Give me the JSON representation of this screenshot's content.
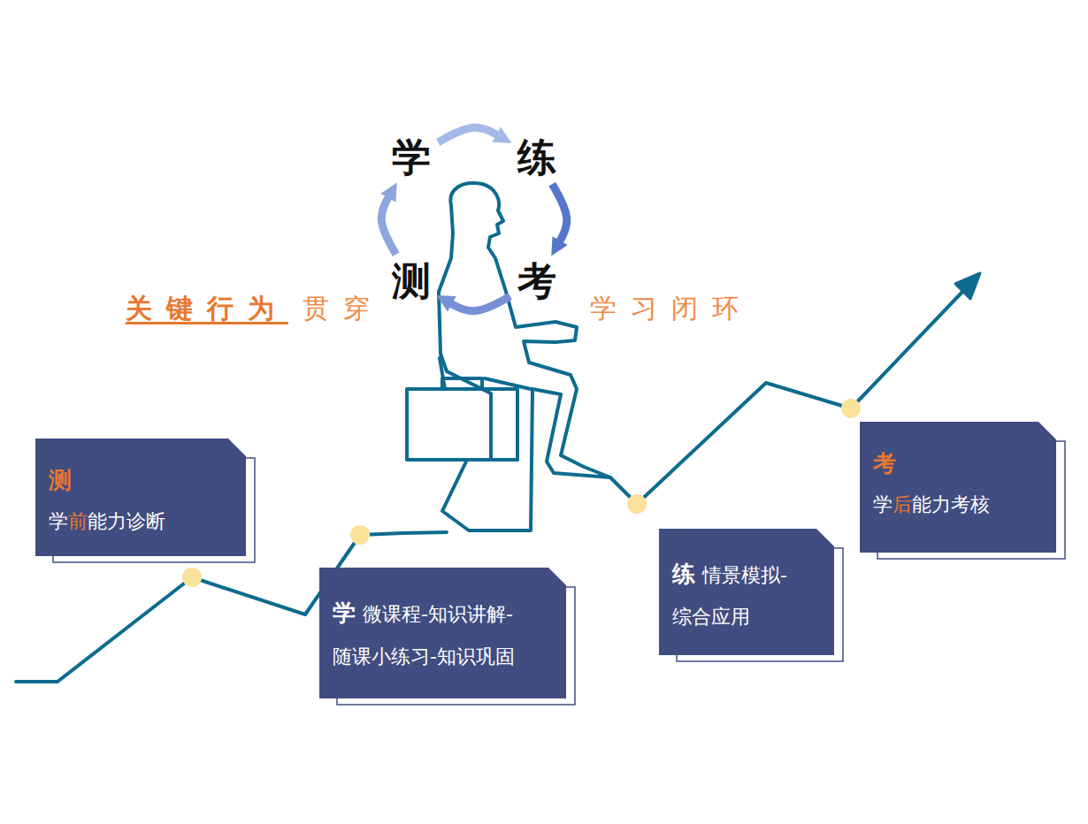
{
  "diagram": {
    "nodes": [
      {
        "text": [
          "学"
        ]
      },
      {
        "text": [
          "练"
        ]
      },
      {
        "text": [
          "测"
        ]
      },
      {
        "text": [
          "考"
        ]
      },
      {
        "text": [
          "测",
          "学前能力诊断"
        ]
      },
      {
        "text": [
          "学",
          "微课程-知识讲解- 随课小练习-知识巩固"
        ]
      },
      {
        "text": [
          "练",
          "情景模拟- 综合应用"
        ]
      },
      {
        "text": [
          "考",
          "学后能力考核"
        ]
      }
    ],
    "edges": [
      {
        "from": 0,
        "to": 1,
        "arrow": "to"
      },
      {
        "from": 1,
        "to": 3,
        "arrow": "to"
      },
      {
        "from": 3,
        "to": 2,
        "arrow": "to"
      },
      {
        "from": 2,
        "to": 0,
        "arrow": "to"
      }
    ],
    "labels": [
      "关键行为",
      "贯穿",
      "学习闭环"
    ]
  }
}
